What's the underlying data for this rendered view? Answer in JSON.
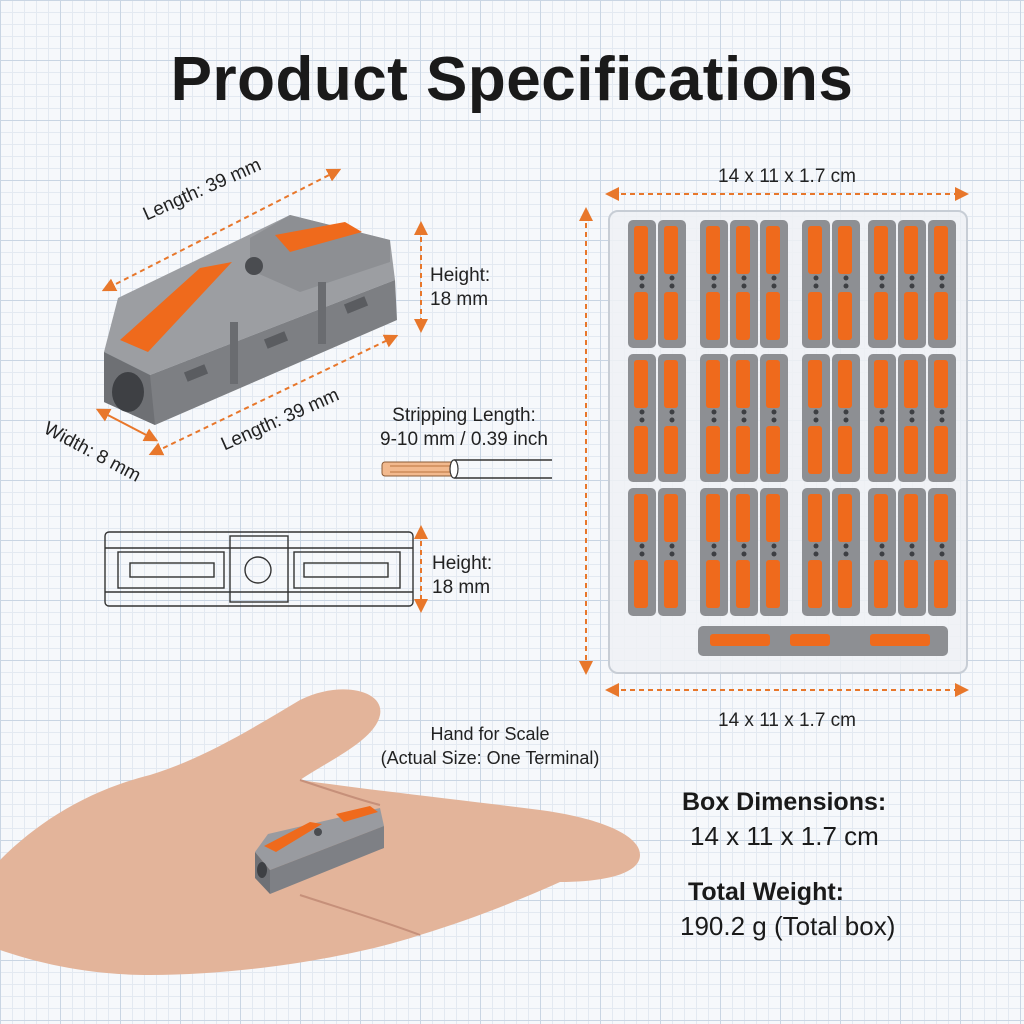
{
  "title": "Product Specifications",
  "connector": {
    "length_top": "Length: 39 mm",
    "length_bottom": "Length: 39 mm",
    "width": "Width: 8 mm",
    "height_label": "Height:",
    "height_value": "18 mm"
  },
  "stripping": {
    "label": "Stripping Length:",
    "value": "9-10 mm / 0.39 inch"
  },
  "side_view": {
    "height_label": "Height:",
    "height_value": "18 mm"
  },
  "box": {
    "dim_top": "14 x 11 x 1.7 cm",
    "dim_bottom": "14 x 11 x 1.7 cm"
  },
  "hand": {
    "line1": "Hand for Scale",
    "line2": "(Actual Size: One Terminal)"
  },
  "stats": {
    "box_heading": "Box Dimensions:",
    "box_value": "14 x 11 x 1.7 cm",
    "weight_heading": "Total Weight:",
    "weight_value": "190.2 g (Total box)"
  },
  "colors": {
    "orange": "#ef6a1c",
    "gray": "#8d8f93",
    "dimension_line": "#e8772b",
    "grid": "#c9d5e3"
  }
}
